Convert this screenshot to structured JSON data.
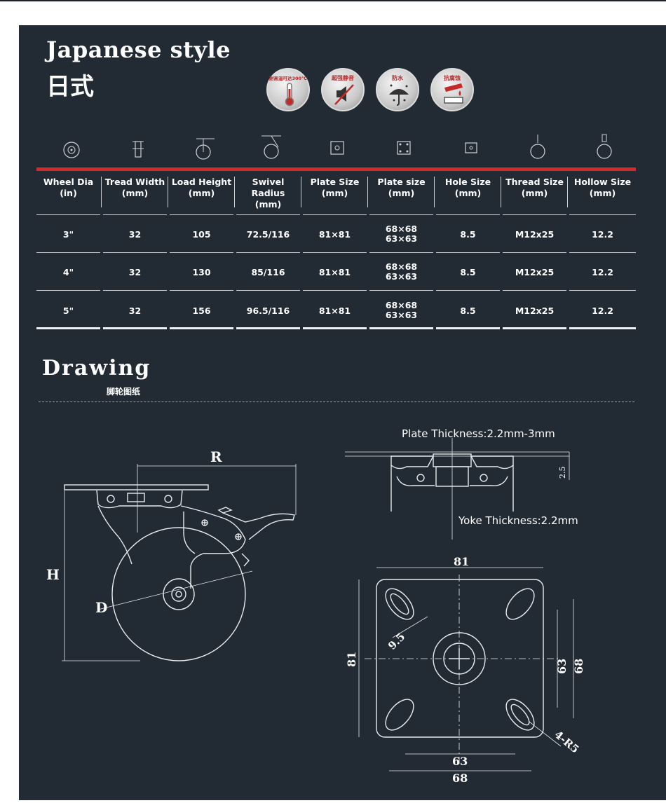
{
  "header": {
    "title_en": "Japanese style",
    "title_cn": "日式"
  },
  "badges": [
    {
      "label": "耐高温可达300℃",
      "icon": "thermometer-icon"
    },
    {
      "label": "超强静音",
      "icon": "mute-speaker-icon"
    },
    {
      "label": "防水",
      "icon": "umbrella-rain-icon"
    },
    {
      "label": "抗腐蚀",
      "icon": "corrosion-drop-icon"
    }
  ],
  "table": {
    "columns": [
      {
        "line1": "Wheel Dia",
        "line2": "(in)"
      },
      {
        "line1": "Tread Width",
        "line2": "(mm)"
      },
      {
        "line1": "Load Height",
        "line2": "(mm)"
      },
      {
        "line1": "Swivel Radius",
        "line2": "(mm)"
      },
      {
        "line1": "Plate Size",
        "line2": "(mm)"
      },
      {
        "line1": "Plate size",
        "line2": "(mm)"
      },
      {
        "line1": "Hole Size",
        "line2": "(mm)"
      },
      {
        "line1": "Thread Size",
        "line2": "(mm)"
      },
      {
        "line1": "Hollow Size",
        "line2": "(mm)"
      }
    ],
    "rows": [
      {
        "wheel_dia": "3\"",
        "tread_width": "32",
        "load_height": "105",
        "swivel_radius": "72.5/116",
        "plate_size": "81×81",
        "plate_size2_a": "68×68",
        "plate_size2_b": "63×63",
        "hole_size": "8.5",
        "thread_size": "M12x25",
        "hollow_size": "12.2"
      },
      {
        "wheel_dia": "4\"",
        "tread_width": "32",
        "load_height": "130",
        "swivel_radius": "85/116",
        "plate_size": "81×81",
        "plate_size2_a": "68×68",
        "plate_size2_b": "63×63",
        "hole_size": "8.5",
        "thread_size": "M12x25",
        "hollow_size": "12.2"
      },
      {
        "wheel_dia": "5\"",
        "tread_width": "32",
        "load_height": "156",
        "swivel_radius": "96.5/116",
        "plate_size": "81×81",
        "plate_size2_a": "68×68",
        "plate_size2_b": "63×63",
        "hole_size": "8.5",
        "thread_size": "M12x25",
        "hollow_size": "12.2"
      }
    ]
  },
  "drawing": {
    "title_en": "Drawing",
    "title_cn": "脚轮图纸",
    "plate_thickness": "Plate Thickness:2.2mm-3mm",
    "yoke_thickness": "Yoke Thickness:2.2mm",
    "dim_r": "R",
    "dim_h": "H",
    "dim_d": "D",
    "dim_25": "2.5",
    "dim_81_top": "81",
    "dim_81_left": "81",
    "dim_63_right": "63",
    "dim_68_right": "68",
    "dim_63_bottom": "63",
    "dim_68_bottom": "68",
    "dim_95": "9.5",
    "dim_r5": "4-R5"
  },
  "colors": {
    "panel": "#222a33",
    "accent": "#d32a2c",
    "line": "#e8ebee"
  }
}
